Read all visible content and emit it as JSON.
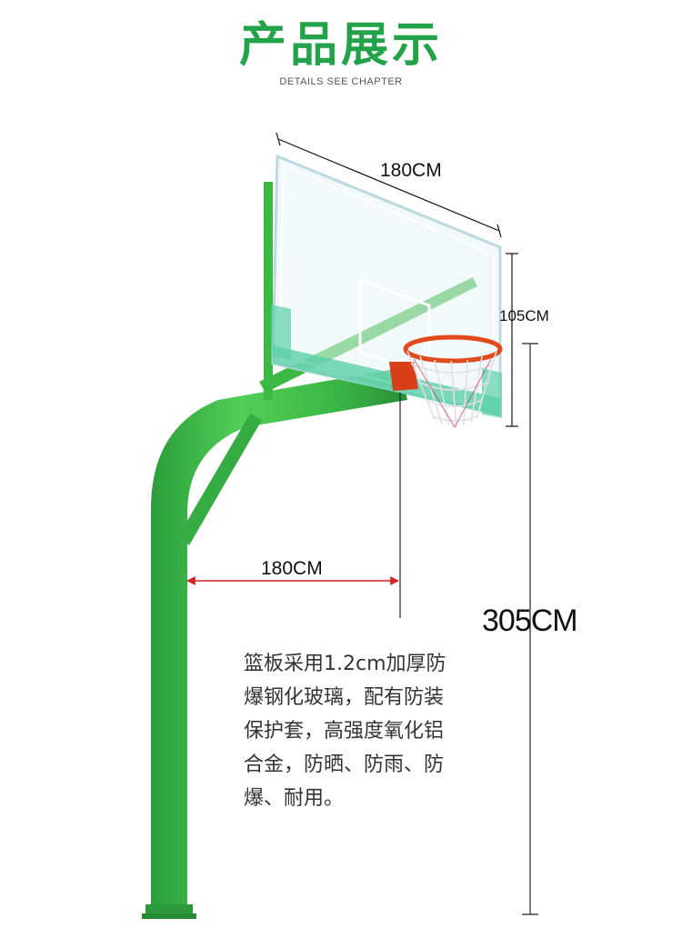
{
  "header": {
    "title": "产品展示",
    "subtitle": "DETAILS SEE CHAPTER"
  },
  "dimensions": {
    "backboard_width": "180CM",
    "backboard_height": "105CM",
    "reach": "180CM",
    "rim_height": "305CM"
  },
  "description": "篮板采用1.2cm加厚防爆钢化玻璃，配有防装保护套，高强度氧化铝合金，防晒、防雨、防爆、耐用。",
  "colors": {
    "title_green": "#22a34a",
    "pole_green": "#3fc046",
    "pole_dark": "#2a9a38",
    "rim_orange": "#e04a1c",
    "dimension_red": "#d42222"
  }
}
